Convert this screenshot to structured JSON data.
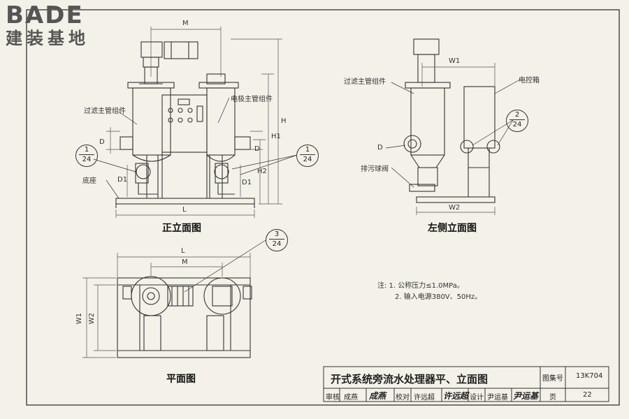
{
  "logo": {
    "brand": "BADE",
    "subtitle": "建装基地"
  },
  "front_view": {
    "title": "正立面图",
    "labels": {
      "filter_pipe": "过滤主管组件",
      "electrode_pipe": "电极主管组件",
      "base": "底座",
      "dim_m": "M",
      "dim_l": "L",
      "dim_h": "H",
      "dim_h1": "H1",
      "dim_h2": "H2",
      "dim_d_left": "D",
      "dim_d_right": "D",
      "dim_d1_left": "D1",
      "dim_d1_right": "D1"
    },
    "callout_left": {
      "num": "1",
      "den": "24"
    },
    "callout_right": {
      "num": "1",
      "den": "24"
    }
  },
  "side_view": {
    "title": "左侧立面图",
    "labels": {
      "filter_pipe": "过滤主管组件",
      "control_box": "电控箱",
      "drain_valve": "排污球阀",
      "dim_w1": "W1",
      "dim_w2": "W2",
      "dim_d": "D"
    },
    "callout": {
      "num": "2",
      "den": "24"
    }
  },
  "plan_view": {
    "title": "平面图",
    "labels": {
      "dim_l": "L",
      "dim_m": "M",
      "dim_w1": "W1",
      "dim_w2": "W2"
    },
    "callout": {
      "num": "3",
      "den": "24"
    }
  },
  "notes": {
    "line1": "注: 1. 公称压力≤1.0MPa。",
    "line2": "2. 输入电源380V、50Hz。"
  },
  "title_block": {
    "title": "开式系统旁流水处理器平、立面图",
    "atlas_label": "图集号",
    "atlas_no": "13K704",
    "review_label": "审核",
    "review_name": "成燕",
    "review_sign": "成燕",
    "check_label": "校对",
    "check_name": "许远超",
    "check_sign": "许远超",
    "design_label": "设计",
    "design_name": "尹运基",
    "design_sign": "尹运基",
    "page_label": "页",
    "page_no": "22"
  }
}
